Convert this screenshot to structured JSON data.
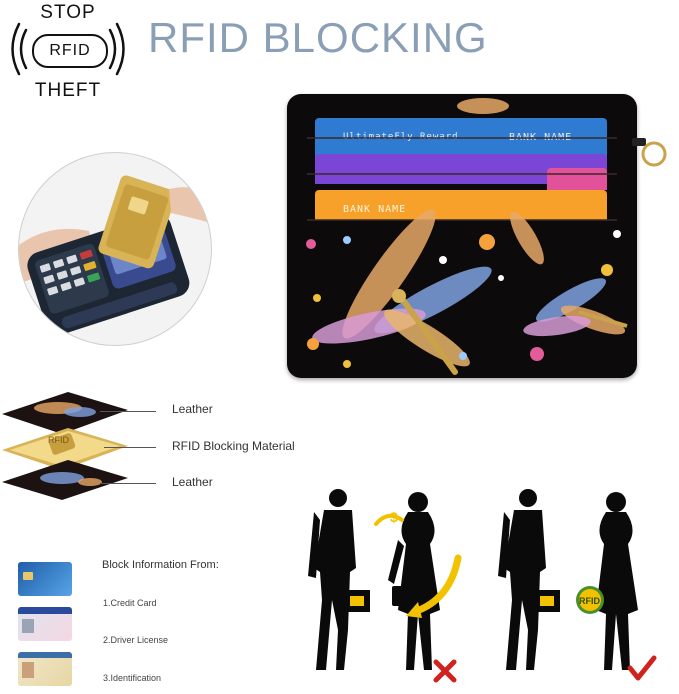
{
  "logo": {
    "top_word": "STOP",
    "center_word": "RFID",
    "bottom_word": "THEFT"
  },
  "title": "RFID BLOCKING",
  "wallet": {
    "card_top_left_text": "UltimateFly Reward",
    "card_top_right_text": "BANK NAME",
    "card_front_text": "BANK NAME"
  },
  "layers": {
    "top": "Leather",
    "middle": "RFID Blocking Material",
    "bottom": "Leather",
    "middle_badge": "RFID"
  },
  "block_info": {
    "heading": "Block Information From:",
    "items": [
      "1.Credit Card",
      "2.Driver License",
      "3.Identification"
    ]
  },
  "scene": {
    "theft_symbol": "$",
    "shield_label": "RFID",
    "colors": {
      "accent": "#f2c200",
      "cross": "#d0231f",
      "check": "#d0231f",
      "title": "#8a9fb6"
    }
  }
}
